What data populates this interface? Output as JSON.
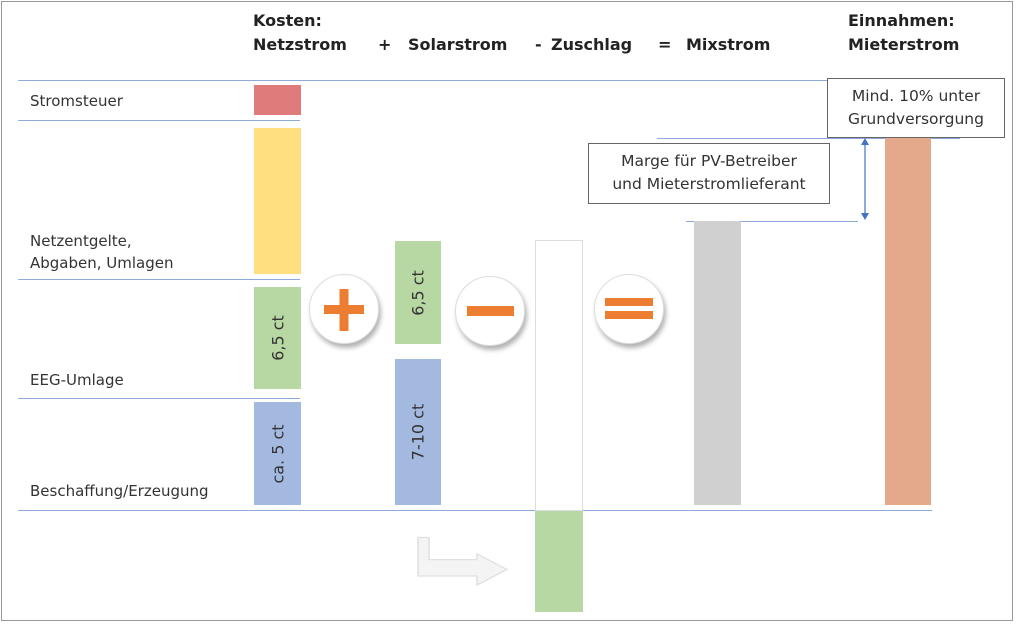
{
  "header": {
    "kosten": "Kosten:",
    "netzstrom": "Netzstrom",
    "plus": "+",
    "solarstrom": "Solarstrom",
    "minus": "-",
    "zuschlag": "Zuschlag",
    "equals": "=",
    "mixstrom": "Mixstrom",
    "einnahmen": "Einnahmen:",
    "mieterstrom": "Mieterstrom"
  },
  "rows": {
    "stromsteuer": "Stromsteuer",
    "netzentgelte_1": "Netzentgelte,",
    "netzentgelte_2": "Abgaben, Umlagen",
    "eeg": "EEG-Umlage",
    "beschaffung": "Beschaffung/Erzeugung"
  },
  "bars": {
    "netz_eeg": "6,5 ct",
    "netz_beschaffung": "ca. 5 ct",
    "solar_eeg": "6,5 ct",
    "solar_erzeugung": "7-10 ct"
  },
  "notes": {
    "marge_1": "Marge für PV-Betreiber",
    "marge_2": "und Mieterstromlieferant",
    "mind_1": "Mind. 10% unter",
    "mind_2": "Grundversorgung"
  },
  "colors": {
    "stromsteuer": "#e07b7b",
    "netzentgelte": "#ffdf80",
    "eeg": "#b7d7a3",
    "beschaffung": "#a3b9e0",
    "mix": "#d0d0d0",
    "mieterstrom": "#e3a98a",
    "operator": "#ed7d31"
  }
}
